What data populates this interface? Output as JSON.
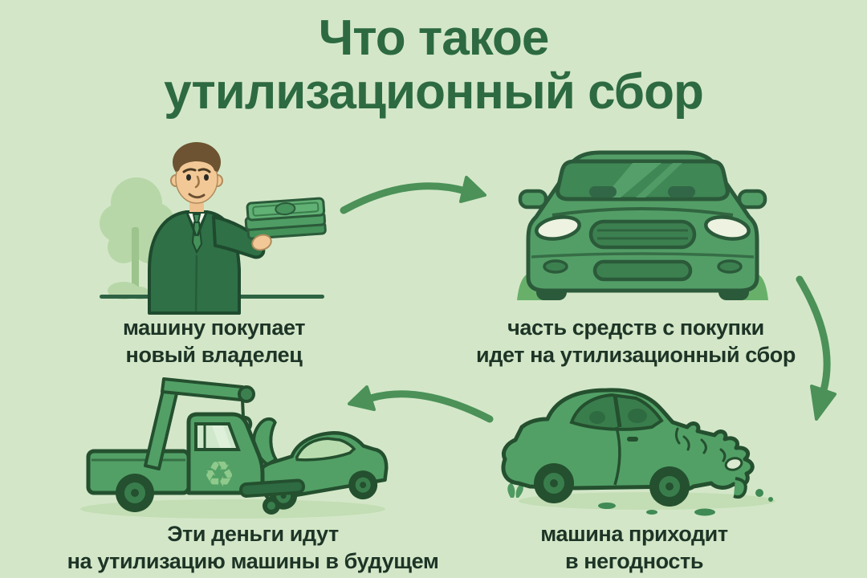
{
  "title": {
    "line1": "Что такое",
    "line2": "утилизационный сбор"
  },
  "steps": [
    {
      "id": "purchase",
      "illustration": "man-with-money",
      "caption": [
        "машину покупает",
        "новый владелец"
      ]
    },
    {
      "id": "fee",
      "illustration": "new-car-front",
      "caption": [
        "часть средств с покупки",
        "идет на утилизационный сбор"
      ]
    },
    {
      "id": "breakdown",
      "illustration": "crashed-car",
      "caption": [
        "машина приходит",
        "в негодность"
      ]
    },
    {
      "id": "recycling",
      "illustration": "tow-truck",
      "caption": [
        "Эти деньги идут",
        "на утилизацию машины в будущем"
      ]
    }
  ],
  "icons": {
    "recycle_symbol": "♻"
  },
  "colors": {
    "background": "#d3e7c8",
    "title_text": "#2d6a41",
    "caption_text": "#1d3426",
    "arrow": "#4b9158",
    "illustration_fill": "#52a066",
    "illustration_outline": "#24502f",
    "suit": "#2f7046",
    "tree": "#b7d7a8",
    "skin": "#f2c996",
    "hair": "#6d5331",
    "money": "#61b074",
    "headlight": "#edf3e0",
    "window_glass": "#cfe8cc"
  }
}
